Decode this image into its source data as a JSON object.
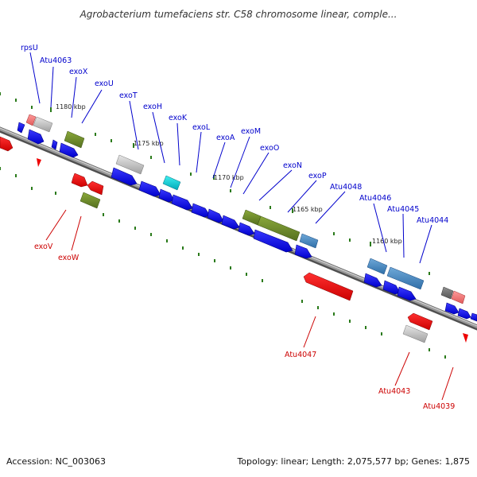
{
  "title": "Agrobacterium tumefaciens str. C58 chromosome linear, comple...",
  "footer": {
    "accession": "Accession: NC_003063",
    "summary": "Topology: linear; Length: 2,075,577 bp; Genes: 1,875"
  },
  "tick_labels": [
    "1180 kbp",
    "1175 kbp",
    "1170 kbp",
    "1165 kbp",
    "1160 kbp"
  ],
  "gene_labels_top": [
    "rpsU",
    "Atu4063",
    "exoX",
    "exoU",
    "exoT",
    "exoH",
    "exoK",
    "exoL",
    "exoA",
    "exoM",
    "exoO",
    "exoN",
    "exoP",
    "Atu4048",
    "Atu4046",
    "Atu4045",
    "Atu4044"
  ],
  "gene_labels_bottom": [
    "exoV",
    "exoW",
    "Atu4047",
    "Atu4043",
    "Atu4039"
  ],
  "colors": {
    "backbone": "#8a8a8a",
    "forward_gene": "#0000ee",
    "reverse_gene": "#ee0000",
    "label_forward": "#0000cc",
    "label_reverse": "#cc0000",
    "tick_mark": "#2a7a1a"
  }
}
